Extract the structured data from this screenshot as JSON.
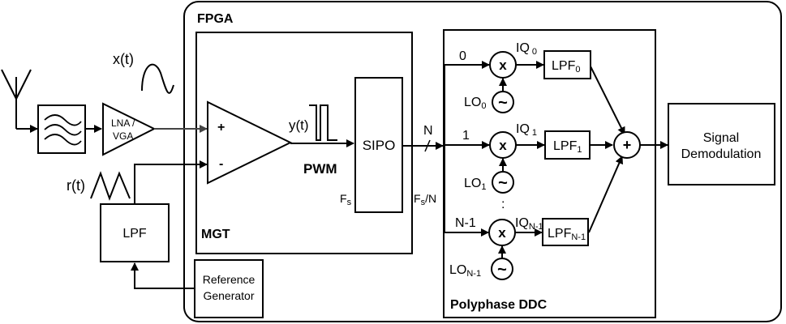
{
  "containers": {
    "fpga": "FPGA",
    "mgt": "MGT",
    "ddc": "Polyphase DDC"
  },
  "frontend": {
    "amp_line1": "LNA /",
    "amp_line2": "VGA",
    "input_signal": "x(t)",
    "ref_signal": "r(t)",
    "lpf": "LPF",
    "ref_gen_line1": "Reference",
    "ref_gen_line2": "Generator"
  },
  "comparator": {
    "plus": "+",
    "minus": "-",
    "output_signal": "y(t)",
    "pwm": "PWM"
  },
  "sipo": {
    "label": "SIPO",
    "rate_in_main": "F",
    "rate_in_sub": "s",
    "rate_out_main": "F",
    "rate_out_sub": "s",
    "rate_out_suffix": "/N",
    "bus_width": "N"
  },
  "branches": [
    {
      "index": "0",
      "iq_main": "IQ",
      "iq_sub": "0",
      "lo_main": "LO",
      "lo_sub": "0",
      "lpf_main": "LPF",
      "lpf_sub": "0"
    },
    {
      "index": "1",
      "iq_main": "IQ",
      "iq_sub": "1",
      "lo_main": "LO",
      "lo_sub": "1",
      "lpf_main": "LPF",
      "lpf_sub": "1"
    },
    {
      "index": "N-1",
      "iq_main": "IQ",
      "iq_sub": "N-1",
      "lo_main": "LO",
      "lo_sub": "N-1",
      "lpf_main": "LPF",
      "lpf_sub": "N-1"
    }
  ],
  "ellipsis": ":",
  "mixer_symbol": "x",
  "osc_symbol": "~",
  "summer_symbol": "+",
  "demod_line1": "Signal",
  "demod_line2": "Demodulation"
}
